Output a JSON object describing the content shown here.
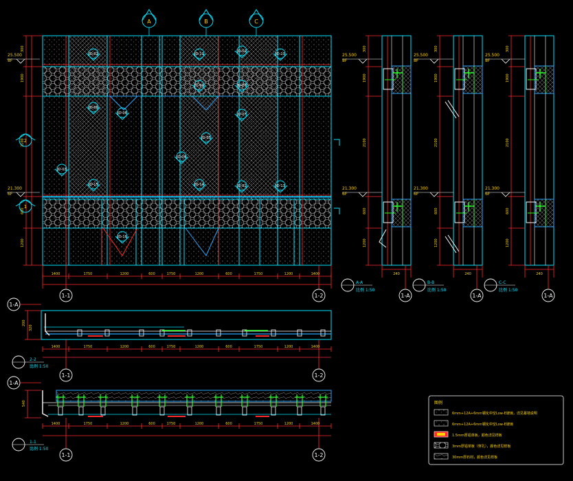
{
  "colors": {
    "background": "#000000",
    "outline": "#00e5ff",
    "dimension": "#ff2a2a",
    "label": "#ffffff",
    "accent": "#ffd400",
    "mullion": "#2aa7ff",
    "green": "#29ff29",
    "hatch": "#bfbfbf"
  },
  "elevation": {
    "column_markers": [
      "A",
      "B",
      "C"
    ],
    "level_marks": [
      {
        "value": "25.500",
        "floor": "8F"
      },
      {
        "value": "21.300",
        "floor": "6F"
      }
    ],
    "side_level_marks": [
      "2",
      "1"
    ],
    "panel_tags_upper": [
      "JD-02",
      "JD-11",
      "JD-02",
      "JD-10",
      "JD-09",
      "JD-09",
      "JD-06",
      "JD-06",
      "JD-05",
      "JD-07",
      "JD-04",
      "JD-03",
      "JD-14",
      "JD-01",
      "JD-13"
    ],
    "panel_tags_lower": [
      "JD-16",
      "JD-15"
    ],
    "bottom_dims": [
      "1400",
      "1750",
      "1200",
      "600",
      "1750",
      "1200",
      "600",
      "1750",
      "1200",
      "1400"
    ],
    "axis_left": "1-1",
    "axis_right": "1-2"
  },
  "sections": [
    {
      "id": "A-A",
      "scale": "比例 1:50",
      "axis": "1-A"
    },
    {
      "id": "B-B",
      "scale": "比例 1:50",
      "axis": "1-A"
    },
    {
      "id": "C-C",
      "scale": "比例 1:50",
      "axis": "1-A"
    }
  ],
  "plan_2": {
    "axis_top": "1-A",
    "label": "2-2",
    "scale": "比例 1:50",
    "dims": [
      "1400",
      "1750",
      "1200",
      "600",
      "1750",
      "1200",
      "600",
      "1750",
      "1200",
      "1400"
    ],
    "axis_left": "1-1",
    "axis_right": "1-2"
  },
  "plan_1": {
    "axis_top": "1-A",
    "label": "1-1",
    "scale": "比例 1:50",
    "dims": [
      "1400",
      "1750",
      "1200",
      "600",
      "1750",
      "1200",
      "600",
      "1750",
      "1200",
      "1400"
    ],
    "axis_left": "1-1",
    "axis_right": "1-2"
  },
  "legend": {
    "title": "图例",
    "items": [
      "6mm+12A+6mm钢化中空Low-E玻璃，详见幕墙说明",
      "6mm+12A+6mm钢化中空Low-E玻璃",
      "1.5mm厚铝单板，颜色详见样板",
      "3mm厚铝单板（穿孔），颜色详见样板",
      "30mm厚石材，颜色详见样板"
    ]
  }
}
